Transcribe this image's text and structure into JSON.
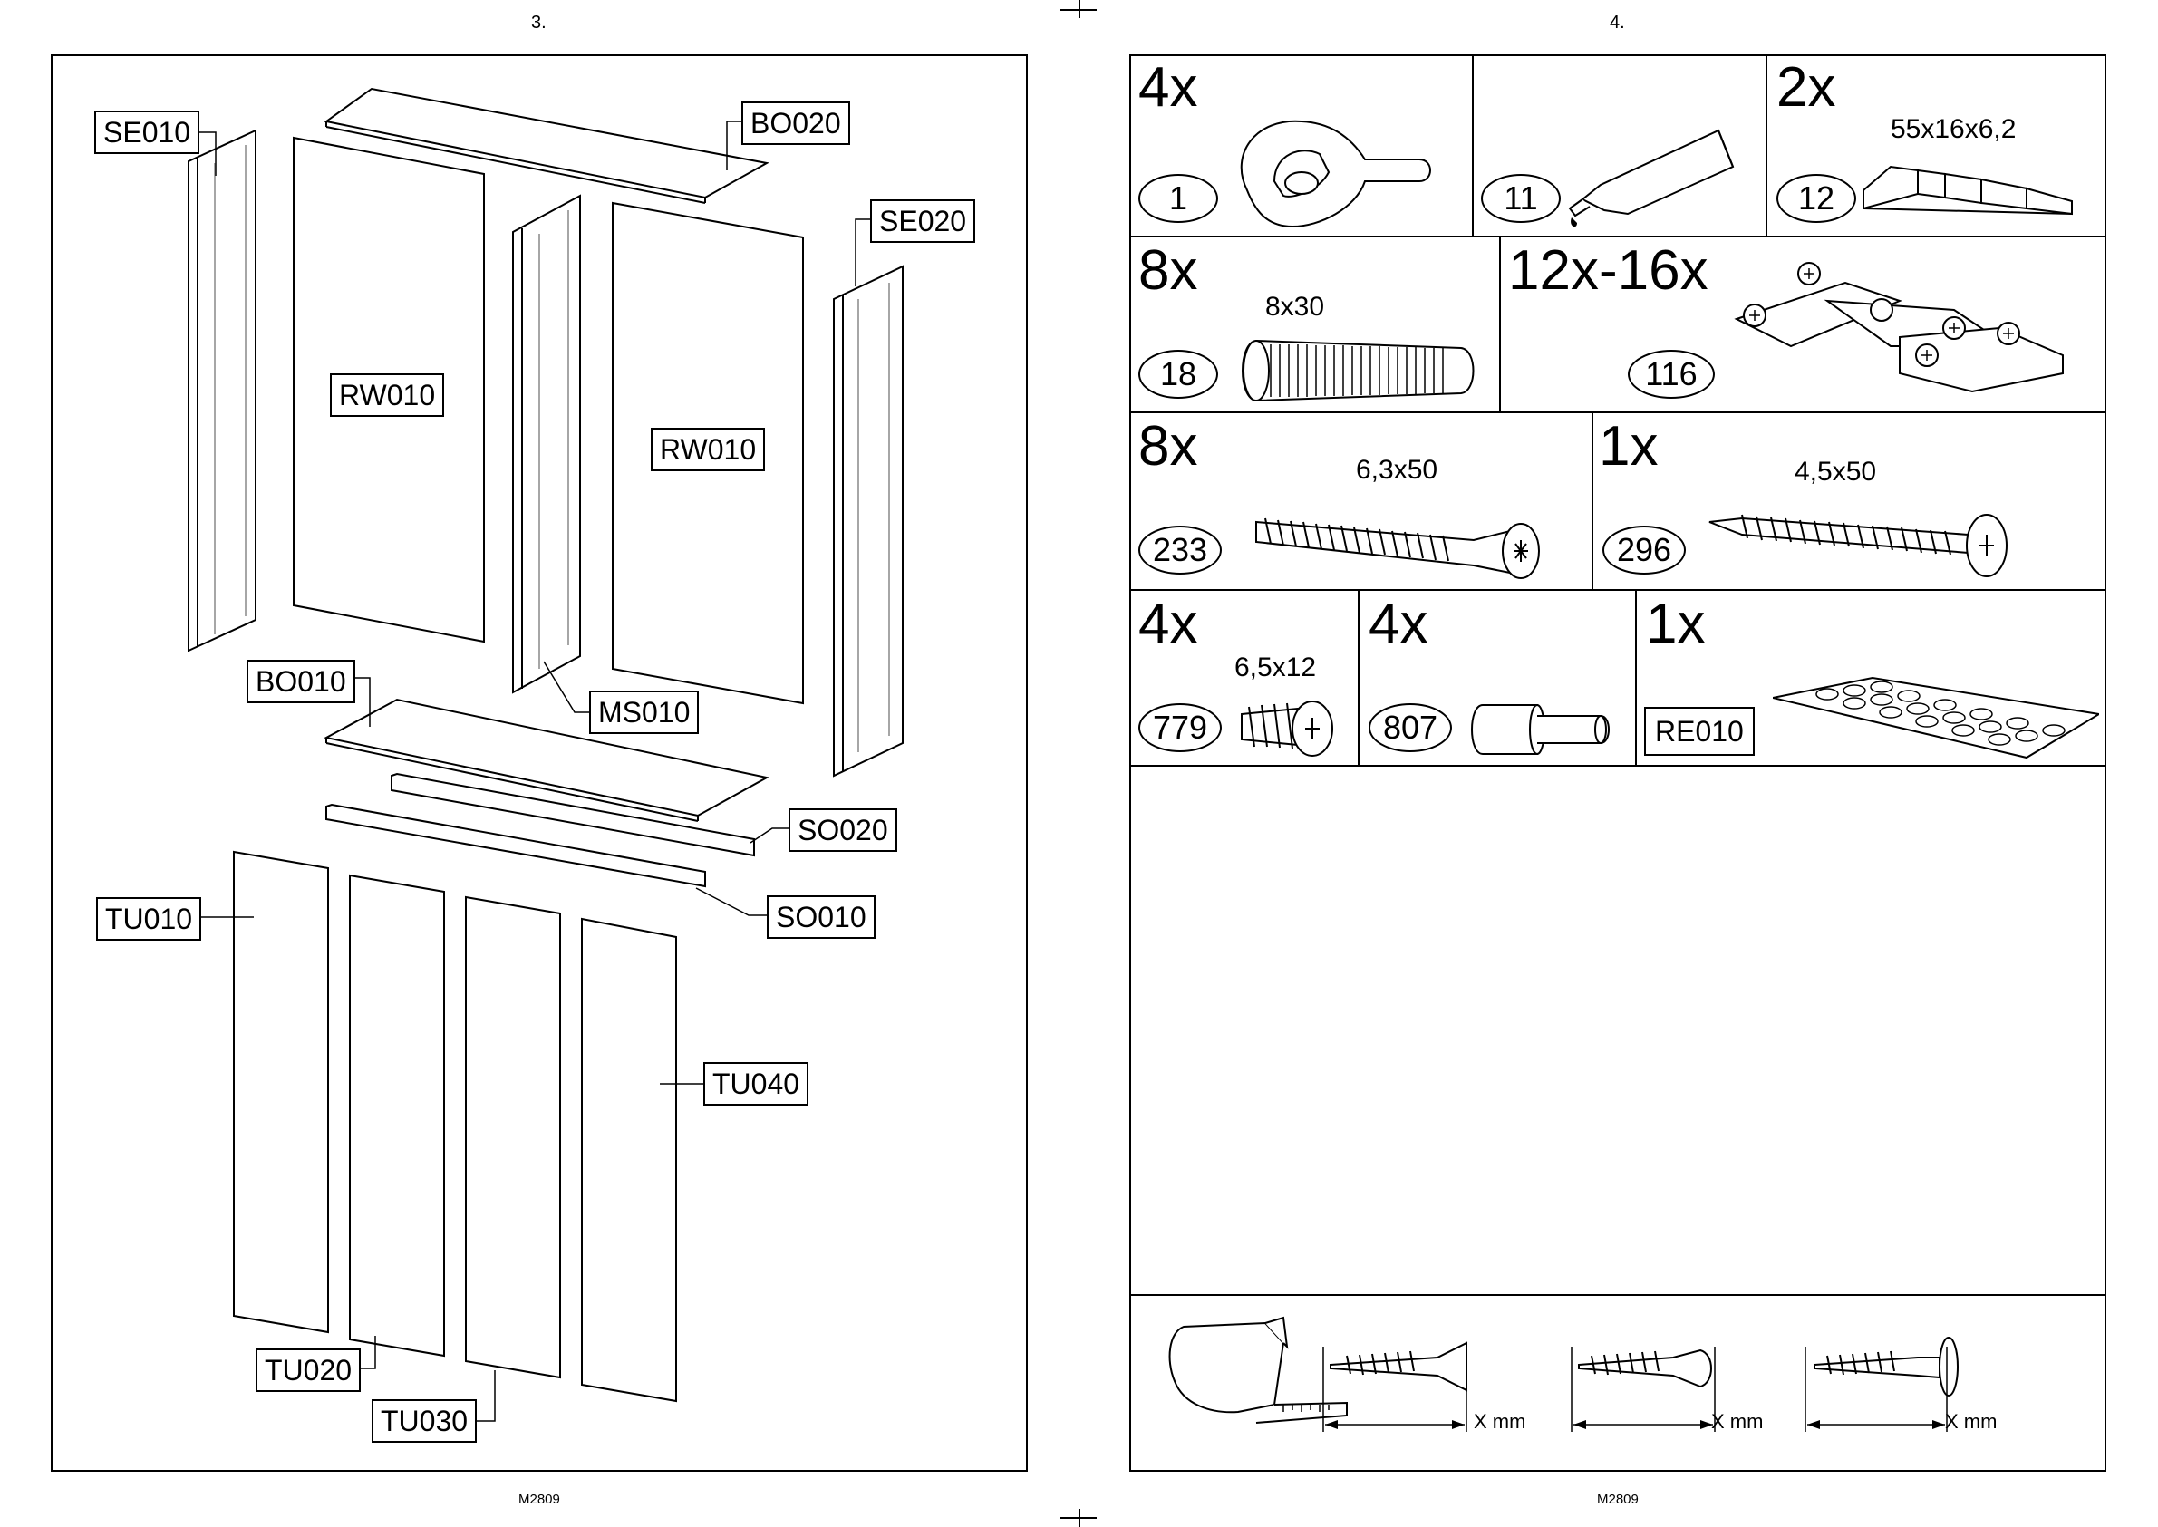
{
  "left_page": {
    "page_number": "3.",
    "footer": "M2809",
    "labels": {
      "se010": "SE010",
      "bo020": "BO020",
      "se020": "SE020",
      "rw010a": "RW010",
      "rw010b": "RW010",
      "bo010": "BO010",
      "ms010": "MS010",
      "so020": "SO020",
      "so010": "SO010",
      "tu010": "TU010",
      "tu040": "TU040",
      "tu020": "TU020",
      "tu030": "TU030"
    }
  },
  "right_page": {
    "page_number": "4.",
    "footer": "M2809",
    "parts": [
      {
        "qty": "4x",
        "id": "1",
        "icon": "cam-fitting-icon"
      },
      {
        "qty": "",
        "id": "11",
        "icon": "glue-tube-icon"
      },
      {
        "qty": "2x",
        "id": "12",
        "dim": "55x16x6,2",
        "icon": "wedge-icon"
      },
      {
        "qty": "8x",
        "id": "18",
        "dim": "8x30",
        "icon": "dowel-icon"
      },
      {
        "qty": "12x-16x",
        "id": "116",
        "icon": "hinge-icon"
      },
      {
        "qty": "8x",
        "id": "233",
        "dim": "6,3x50",
        "icon": "connector-screw-icon"
      },
      {
        "qty": "1x",
        "id": "296",
        "dim": "4,5x50",
        "icon": "screw-icon"
      },
      {
        "qty": "4x",
        "id": "779",
        "dim": "6,5x12",
        "icon": "short-screw-icon"
      },
      {
        "qty": "4x",
        "id": "807",
        "icon": "shelf-pin-icon"
      },
      {
        "qty": "1x",
        "id": "RE010",
        "icon": "bumper-sheet-icon"
      }
    ],
    "measure_label": "X mm"
  }
}
